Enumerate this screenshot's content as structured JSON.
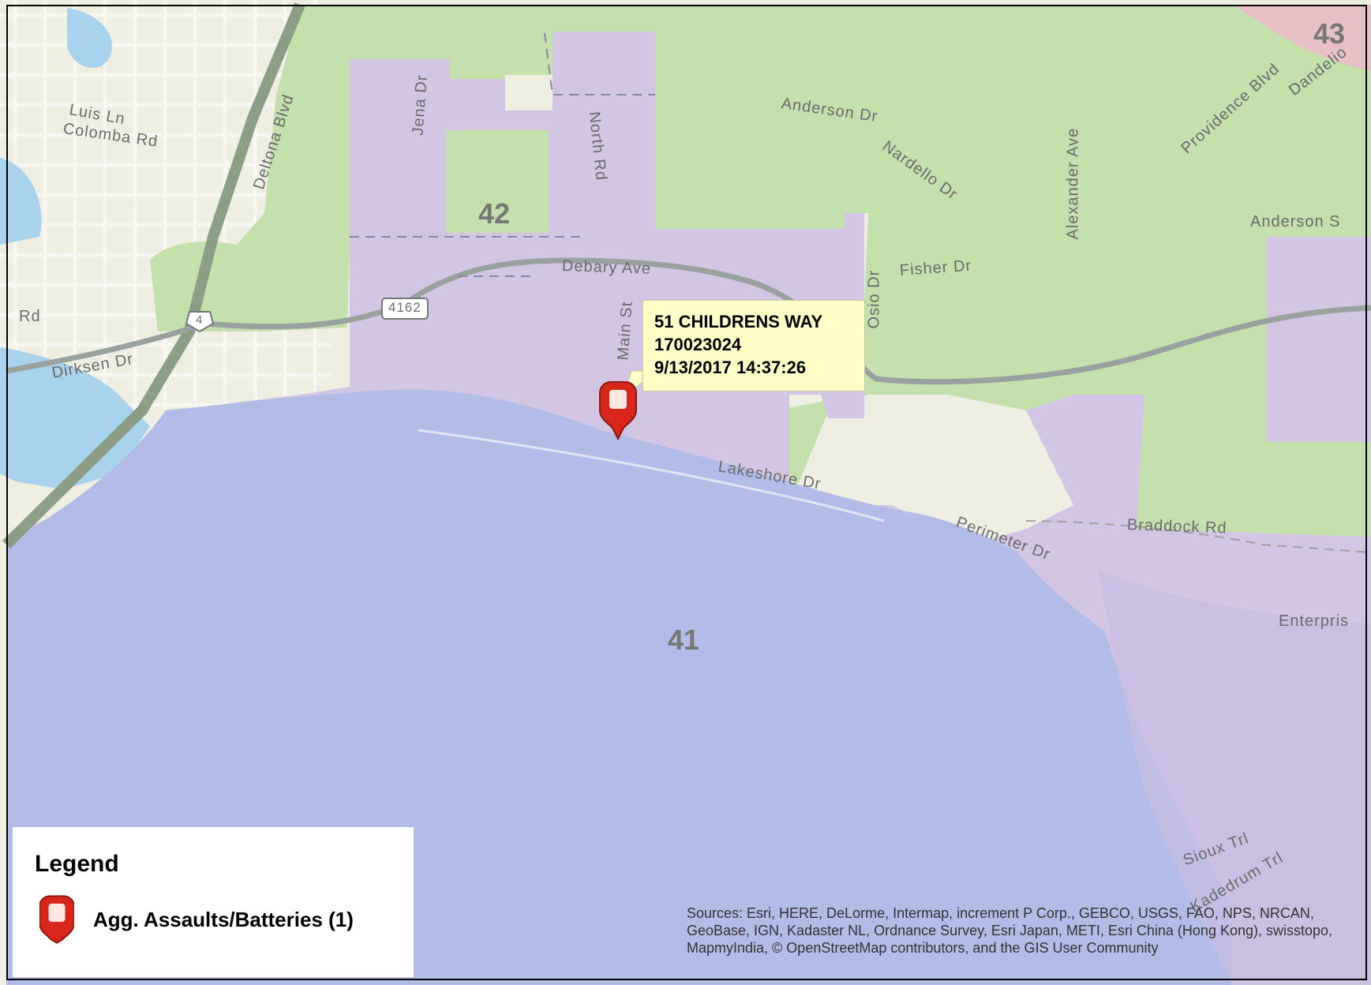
{
  "map": {
    "districts": [
      {
        "id": "41",
        "label": "41"
      },
      {
        "id": "42",
        "label": "42"
      },
      {
        "id": "43",
        "label": "43"
      }
    ],
    "roads": [
      {
        "id": "luis-ln",
        "label": "Luis Ln"
      },
      {
        "id": "colomba-rd",
        "label": "Colomba Rd"
      },
      {
        "id": "deltona-blvd",
        "label": "Deltona Blvd"
      },
      {
        "id": "jena-dr",
        "label": "Jena Dr"
      },
      {
        "id": "north-rd",
        "label": "North Rd"
      },
      {
        "id": "debary-ave",
        "label": "Debary Ave"
      },
      {
        "id": "main-st",
        "label": "Main St"
      },
      {
        "id": "osio-dr",
        "label": "Osio Dr"
      },
      {
        "id": "fisher-dr",
        "label": "Fisher Dr"
      },
      {
        "id": "anderson-dr",
        "label": "Anderson Dr"
      },
      {
        "id": "nardello-dr",
        "label": "Nardello Dr"
      },
      {
        "id": "alexander-ave",
        "label": "Alexander Ave"
      },
      {
        "id": "providence-blvd",
        "label": "Providence Blvd"
      },
      {
        "id": "dandelion",
        "label": "Dandelio"
      },
      {
        "id": "anderson-s",
        "label": "Anderson S"
      },
      {
        "id": "dirksen-dr",
        "label": "Dirksen Dr"
      },
      {
        "id": "rd-left",
        "label": "Rd"
      },
      {
        "id": "lakeshore-dr",
        "label": "Lakeshore Dr"
      },
      {
        "id": "perimeter-dr",
        "label": "Perimeter Dr"
      },
      {
        "id": "braddock-rd",
        "label": "Braddock Rd"
      },
      {
        "id": "enterprise",
        "label": "Enterpris"
      },
      {
        "id": "sioux-trl",
        "label": "Sioux Trl"
      },
      {
        "id": "kadedrum-trl",
        "label": "Kadedrum Trl"
      },
      {
        "id": "route-4162",
        "label": "4162"
      },
      {
        "id": "route-4",
        "label": "4"
      }
    ],
    "incident": {
      "address": "51 CHILDRENS WAY",
      "case_number": "170023024",
      "datetime": "9/13/2017 14:37:26",
      "icon": "fist-marker-icon"
    },
    "colors": {
      "land": "#eeeee2",
      "green_zone": "#c3e0ad",
      "purple_zone": "#d3c5e4",
      "pink_zone": "#e6c0c5",
      "water": "#b3bce6",
      "highway": "#8c9e86",
      "marker": "#d8261a"
    }
  },
  "legend": {
    "title": "Legend",
    "items": [
      {
        "icon": "fist-marker-icon",
        "label": "Agg. Assaults/Batteries (1)"
      }
    ]
  },
  "attribution": {
    "text": "Sources: Esri, HERE, DeLorme, Intermap, increment P Corp., GEBCO, USGS, FAO, NPS, NRCAN, GeoBase, IGN, Kadaster NL, Ordnance Survey, Esri Japan, METI, Esri China (Hong Kong), swisstopo, MapmyIndia, © OpenStreetMap contributors, and the GIS User Community"
  }
}
